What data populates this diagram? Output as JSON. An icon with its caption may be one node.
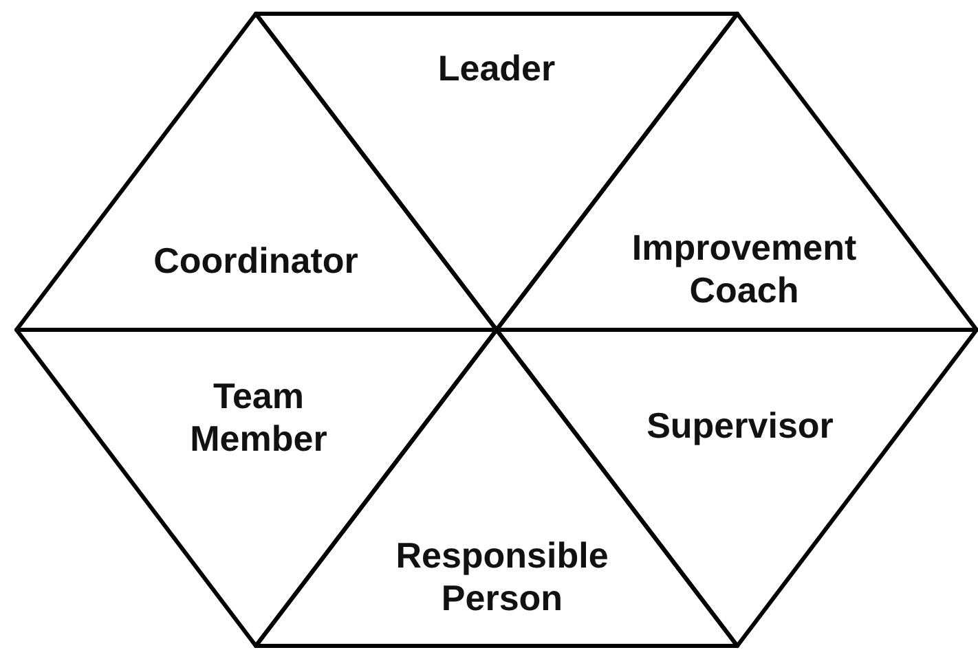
{
  "diagram": {
    "nodes": [
      {
        "text": [
          "Leader"
        ]
      },
      {
        "text": [
          "Coordinator"
        ]
      },
      {
        "text": [
          "Improvement Coach"
        ]
      },
      {
        "text": [
          "Team Member"
        ]
      },
      {
        "text": [
          "Supervisor"
        ]
      },
      {
        "text": [
          "Responsible Person"
        ]
      }
    ]
  }
}
